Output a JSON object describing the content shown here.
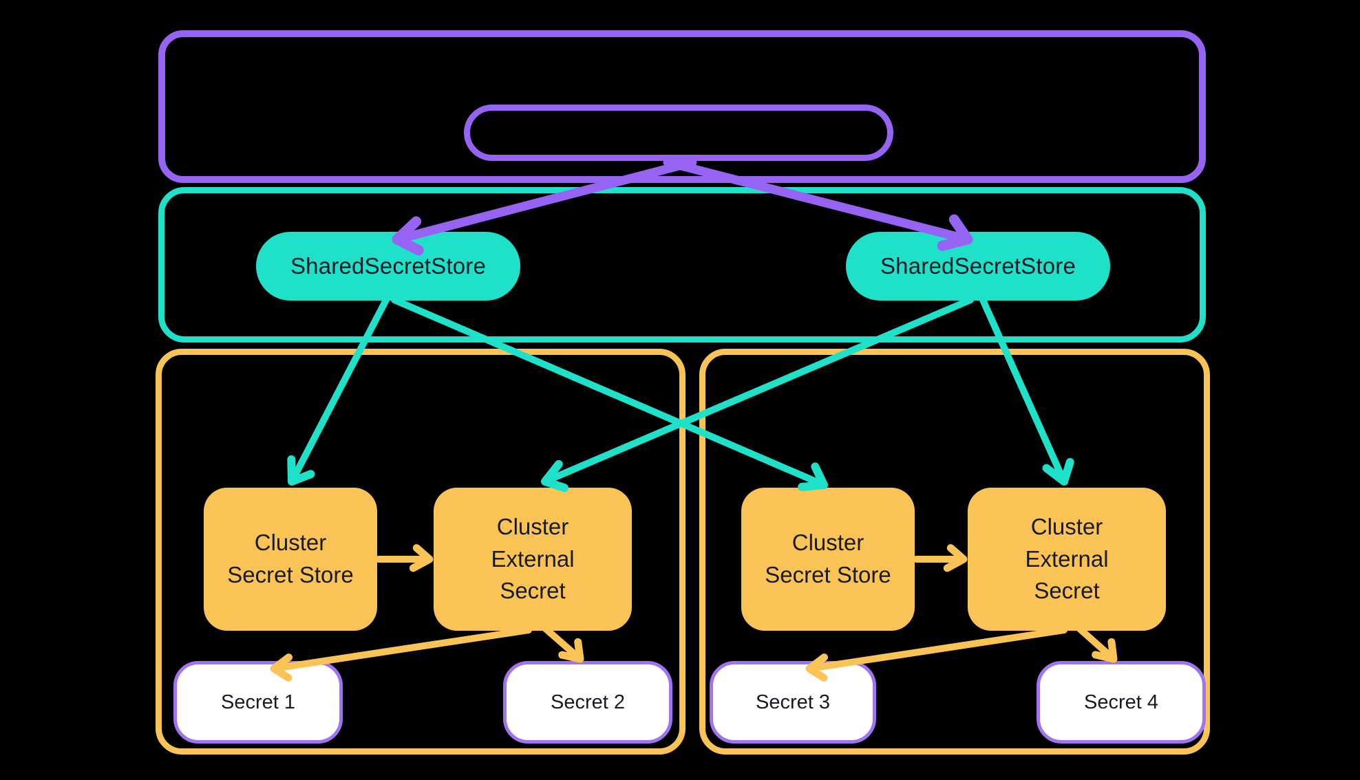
{
  "diagram": {
    "background": "#000000",
    "colors": {
      "purple": "#9763F2",
      "teal": "#1FE1C9",
      "orange": "#F9C455",
      "node_text": "#191A23",
      "secret_fill": "#FFFFFF",
      "secret_border": "#A072F4"
    },
    "containers": {
      "outer_purple_box": {
        "border_color": "purple"
      },
      "inner_purple_pill": {
        "border_color": "purple"
      },
      "teal_box": {
        "border_color": "teal"
      },
      "cluster_box_left": {
        "border_color": "orange"
      },
      "cluster_box_right": {
        "border_color": "orange"
      }
    },
    "nodes": {
      "sss_left": {
        "label": "SharedSecretStore",
        "fill": "teal"
      },
      "sss_right": {
        "label": "SharedSecretStore",
        "fill": "teal"
      },
      "css_a": {
        "label": "Cluster Secret Store",
        "fill": "orange"
      },
      "ces_a": {
        "label": "Cluster External Secret",
        "fill": "orange"
      },
      "css_b": {
        "label": "Cluster Secret Store",
        "fill": "orange"
      },
      "ces_b": {
        "label": "Cluster External Secret",
        "fill": "orange"
      },
      "secret1": {
        "label": "Secret 1",
        "fill": "white"
      },
      "secret2": {
        "label": "Secret 2",
        "fill": "white"
      },
      "secret3": {
        "label": "Secret 3",
        "fill": "white"
      },
      "secret4": {
        "label": "Secret 4",
        "fill": "white"
      }
    },
    "edges": [
      {
        "from": "control_pill",
        "to": "sss_left",
        "color": "purple"
      },
      {
        "from": "control_pill",
        "to": "sss_right",
        "color": "purple"
      },
      {
        "from": "sss_left",
        "to": "css_a",
        "color": "teal"
      },
      {
        "from": "sss_left",
        "to": "css_b",
        "color": "teal"
      },
      {
        "from": "sss_right",
        "to": "ces_a",
        "color": "teal"
      },
      {
        "from": "sss_right",
        "to": "ces_b",
        "color": "teal"
      },
      {
        "from": "css_a",
        "to": "ces_a",
        "color": "orange"
      },
      {
        "from": "css_b",
        "to": "ces_b",
        "color": "orange"
      },
      {
        "from": "ces_a",
        "to": "secret1",
        "color": "orange"
      },
      {
        "from": "ces_a",
        "to": "secret2",
        "color": "orange"
      },
      {
        "from": "ces_b",
        "to": "secret3",
        "color": "orange"
      },
      {
        "from": "ces_b",
        "to": "secret4",
        "color": "orange"
      }
    ]
  }
}
